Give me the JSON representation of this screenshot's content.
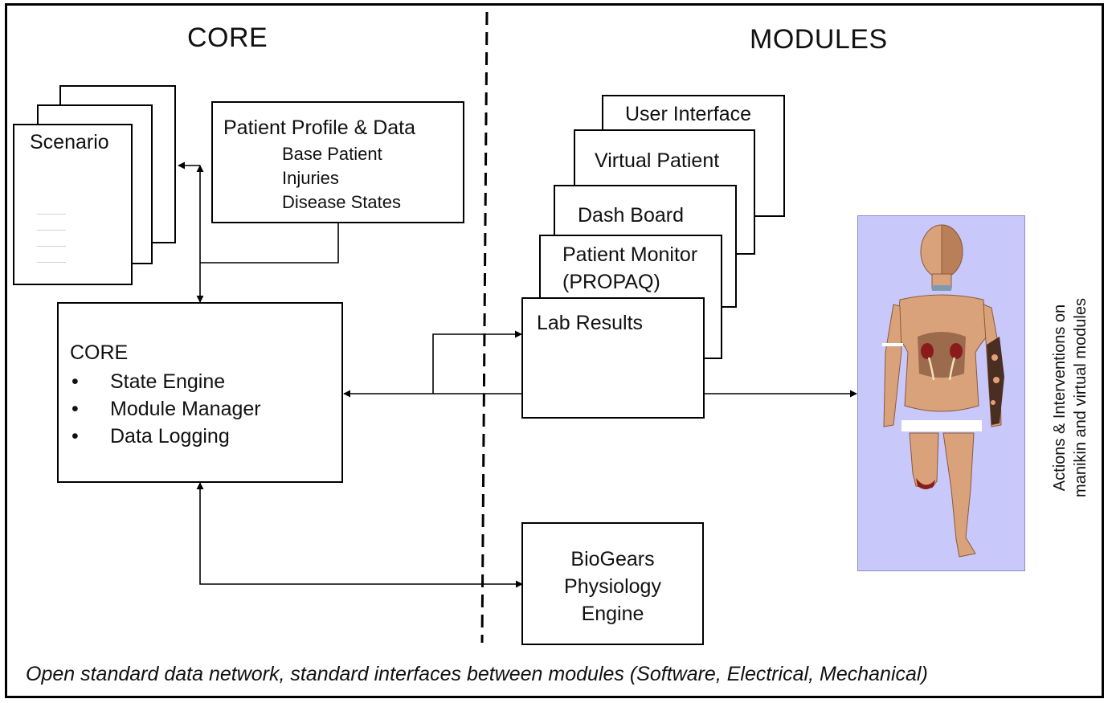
{
  "headings": {
    "core": "CORE",
    "modules": "MODULES"
  },
  "scenario": {
    "label": "Scenario"
  },
  "patient_profile": {
    "title": "Patient  Profile & Data",
    "items": [
      "Base Patient",
      "Injuries",
      "Disease States"
    ]
  },
  "core_box": {
    "title": "CORE",
    "bullet": "•",
    "items": [
      "State Engine",
      "Module Manager",
      "Data Logging"
    ]
  },
  "modules": {
    "user_interface": "User Interface",
    "virtual_patient": "Virtual Patient",
    "dash_board": "Dash Board",
    "patient_monitor": [
      "Patient Monitor",
      "(PROPAQ)"
    ],
    "lab_results": "Lab Results"
  },
  "biogears": {
    "lines": [
      "BioGears",
      "Physiology",
      "Engine"
    ]
  },
  "side_caption": [
    "Actions & Interventions on",
    "manikin and virtual modules"
  ],
  "footer": "Open standard data network, standard interfaces between modules  (Software, Electrical, Mechanical)",
  "colors": {
    "manikin_panel": "#c9c8fb",
    "skin": "#d9a27a",
    "skin_shade": "#b97f58",
    "wound": "#8b1a1a",
    "burn": "#4a2e22"
  }
}
